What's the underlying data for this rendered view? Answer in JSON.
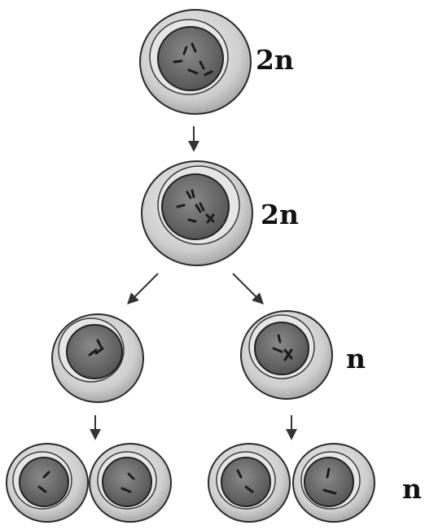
{
  "labels": {
    "parent": "2n",
    "replicated": "2n",
    "meiosis_one": "n",
    "meiosis_two": "n"
  },
  "colors": {
    "membrane_outer": "#bdbdbd",
    "membrane_stroke": "#2a2a2a",
    "nucleus": "#6e6e6e",
    "chromosome": "#1b1b1b",
    "arrow": "#333333"
  }
}
